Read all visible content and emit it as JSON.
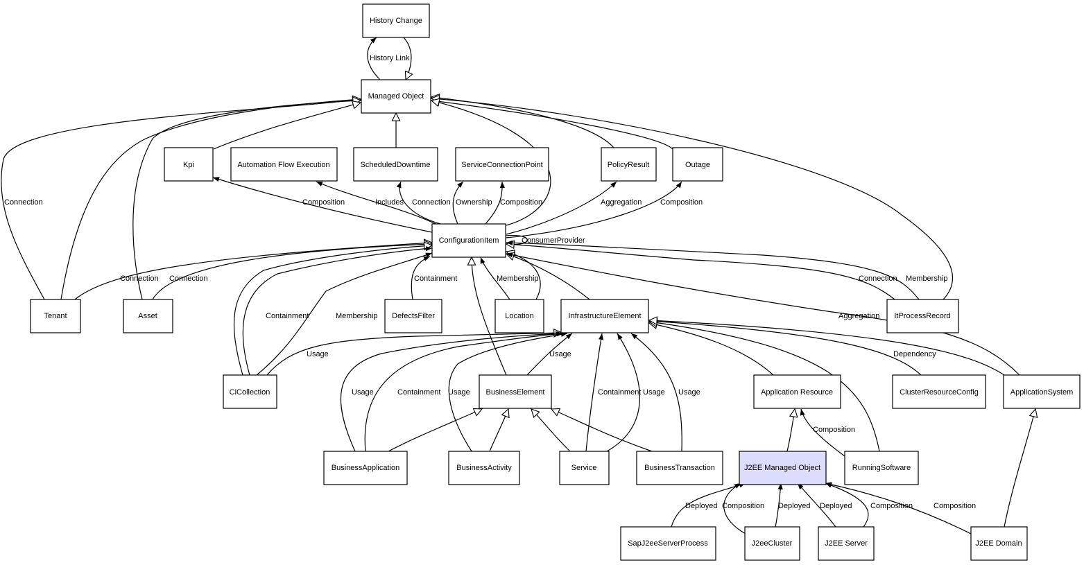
{
  "colors": {
    "highlight": "#dcdcfc",
    "stroke": "#000000"
  },
  "nodes": {
    "history_change": "History Change",
    "managed_object": "Managed Object",
    "kpi": "Kpi",
    "automation_flow_execution": "Automation Flow Execution",
    "scheduled_downtime": "ScheduledDowntime",
    "service_connection_point": "ServiceConnectionPoint",
    "policy_result": "PolicyResult",
    "outage": "Outage",
    "configuration_item": "ConfigurationItem",
    "tenant": "Tenant",
    "asset": "Asset",
    "defects_filter": "DefectsFilter",
    "location": "Location",
    "infrastructure_element": "InfrastructureElement",
    "it_process_record": "ItProcessRecord",
    "ci_collection": "CiCollection",
    "business_element": "BusinessElement",
    "application_resource": "Application Resource",
    "cluster_resource_config": "ClusterResourceConfig",
    "application_system": "ApplicationSystem",
    "business_application": "BusinessApplication",
    "business_activity": "BusinessActivity",
    "service": "Service",
    "business_transaction": "BusinessTransaction",
    "j2ee_managed_object": "J2EE Managed Object",
    "running_software": "RunningSoftware",
    "sap_j2ee_server_process": "SapJ2eeServerProcess",
    "j2ee_cluster": "J2eeCluster",
    "j2ee_server": "J2EE Server",
    "j2ee_domain": "J2EE Domain"
  },
  "edge_labels": {
    "history_link": "History Link",
    "tenant_mo_connection": "Connection",
    "kpi_composition": "Composition",
    "afe_includes": "Includes",
    "sd_connection": "Connection",
    "scp_ownership": "Ownership",
    "scp_composition": "Composition",
    "pr_aggregation": "Aggregation",
    "outage_composition": "Composition",
    "consumer_provider": "ConsumerProvider",
    "tenant_ci_connection": "Connection",
    "asset_ci_connection": "Connection",
    "cic_containment": "Containment",
    "cic_membership": "Membership",
    "df_containment": "Containment",
    "location_membership": "Membership",
    "itpr_connection": "Connection",
    "itpr_membership": "Membership",
    "as_aggregation": "Aggregation",
    "cic_usage": "Usage",
    "be_usage": "Usage",
    "crc_dependency": "Dependency",
    "ba_usage": "Usage",
    "ba_containment": "Containment",
    "bact_usage": "Usage",
    "service_containment": "Containment",
    "service_usage": "Usage",
    "bt_usage": "Usage",
    "rs_composition": "Composition",
    "sap_deployed": "Deployed",
    "cluster_composition": "Composition",
    "cluster_deployed": "Deployed",
    "server_deployed": "Deployed",
    "server_composition": "Composition",
    "domain_composition": "Composition"
  }
}
